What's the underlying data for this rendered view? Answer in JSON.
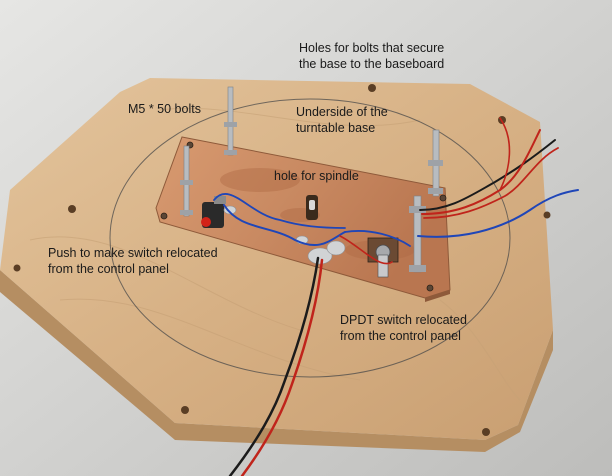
{
  "photo": {
    "colors": {
      "background": "#d4d4d2",
      "plywood": "#d9b48a",
      "plywood_edge": "#b58e62",
      "copper": "#c98a62",
      "copper_dark": "#a86a45",
      "steel": "#b8bcc0",
      "wire_red": "#c0241b",
      "wire_black": "#1b1b1b",
      "wire_blue": "#1f46b8"
    },
    "labels": {
      "holes_line1": "Holes for bolts that secure",
      "holes_line2": "the base to the baseboard",
      "bolts": "M5 * 50 bolts",
      "underside_line1": "Underside of the",
      "underside_line2": "turntable base",
      "spindle": "hole for spindle",
      "push_line1": "Push to make switch relocated",
      "push_line2": "from the control panel",
      "dpdt_line1": "DPDT switch relocated",
      "dpdt_line2": "from the control panel"
    }
  }
}
